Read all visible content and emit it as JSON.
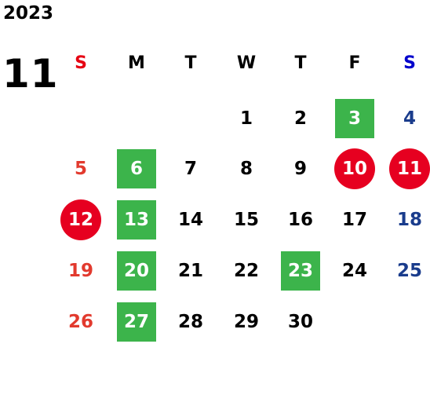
{
  "calendar": {
    "year": "2023",
    "month": "11",
    "weekdays": [
      {
        "label": "S",
        "color": "#e60012"
      },
      {
        "label": "M",
        "color": "#000000"
      },
      {
        "label": "T",
        "color": "#000000"
      },
      {
        "label": "W",
        "color": "#000000"
      },
      {
        "label": "T",
        "color": "#000000"
      },
      {
        "label": "F",
        "color": "#000000"
      },
      {
        "label": "S",
        "color": "#0000cc"
      }
    ],
    "colors": {
      "weekday_text": "#000000",
      "sunday_text": "#e23a2e",
      "saturday_text": "#1a3c8c",
      "highlight_green": "#3cb44b",
      "highlight_red": "#e60020",
      "highlight_text": "#ffffff"
    },
    "weeks": [
      [
        null,
        null,
        null,
        {
          "day": "1"
        },
        {
          "day": "2"
        },
        {
          "day": "3",
          "mark": "green"
        },
        {
          "day": "4"
        }
      ],
      [
        {
          "day": "5"
        },
        {
          "day": "6",
          "mark": "green"
        },
        {
          "day": "7"
        },
        {
          "day": "8"
        },
        {
          "day": "9"
        },
        {
          "day": "10",
          "mark": "red"
        },
        {
          "day": "11",
          "mark": "red"
        }
      ],
      [
        {
          "day": "12",
          "mark": "red"
        },
        {
          "day": "13",
          "mark": "green"
        },
        {
          "day": "14"
        },
        {
          "day": "15"
        },
        {
          "day": "16"
        },
        {
          "day": "17"
        },
        {
          "day": "18"
        }
      ],
      [
        {
          "day": "19"
        },
        {
          "day": "20",
          "mark": "green"
        },
        {
          "day": "21"
        },
        {
          "day": "22"
        },
        {
          "day": "23",
          "mark": "green"
        },
        {
          "day": "24"
        },
        {
          "day": "25"
        }
      ],
      [
        {
          "day": "26"
        },
        {
          "day": "27",
          "mark": "green"
        },
        {
          "day": "28"
        },
        {
          "day": "29"
        },
        {
          "day": "30"
        },
        null,
        null
      ]
    ]
  }
}
